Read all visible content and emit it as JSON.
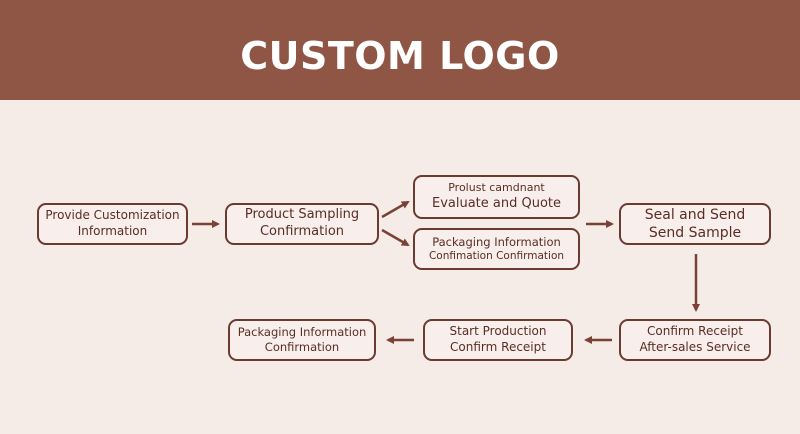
{
  "header": {
    "title": "CUSTOM LOGO"
  },
  "nodes": {
    "provide": {
      "line1": "Provide Customization",
      "line2": "Information"
    },
    "sampling": {
      "line1": "Product Sampling",
      "line2": "Confirmation"
    },
    "evaluate": {
      "line1": "Prolust camdnant",
      "line2": "Evaluate and Quote"
    },
    "packaging_top": {
      "line1": "Packaging Information",
      "line2": "Confimation Confirmation"
    },
    "seal": {
      "line1": "Seal and Send",
      "line2": "Send Sample"
    },
    "confirm_receipt": {
      "line1": "Confirm Receipt",
      "line2": "After-sales Service"
    },
    "start_production": {
      "line1": "Start Production",
      "line2": "Confirm Receipt"
    },
    "packaging_bottom": {
      "line1": "Packaging Information",
      "line2": "Confirmation"
    }
  },
  "colors": {
    "header_bg": "#8f5646",
    "background": "#f5ebe7",
    "node_border": "#6b3a30",
    "arrow": "#7a4135",
    "text": "#5a2d24"
  }
}
